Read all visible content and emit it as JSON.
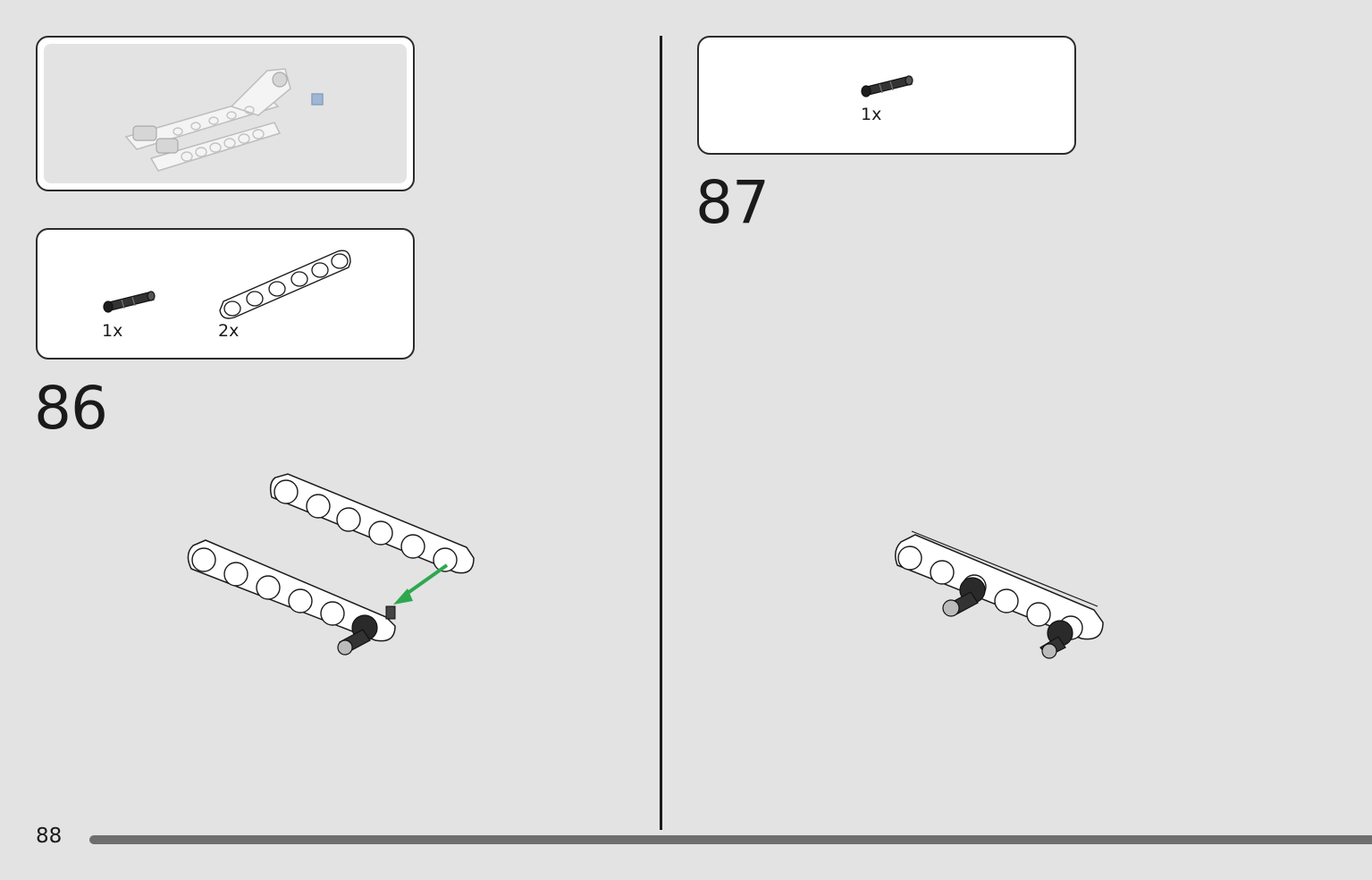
{
  "page": {
    "number": "88",
    "accent_arrow_color": "#2ea84f",
    "progress_fraction": 1.0
  },
  "left": {
    "reference": {
      "image": "partial-assembly-preview"
    },
    "step": {
      "number": "86",
      "parts": [
        {
          "icon": "black-pin-icon",
          "qty": "1x"
        },
        {
          "icon": "white-beam-6-icon",
          "qty": "2x"
        }
      ]
    }
  },
  "right": {
    "step": {
      "number": "87",
      "parts": [
        {
          "icon": "black-pin-icon",
          "qty": "1x"
        }
      ]
    }
  }
}
